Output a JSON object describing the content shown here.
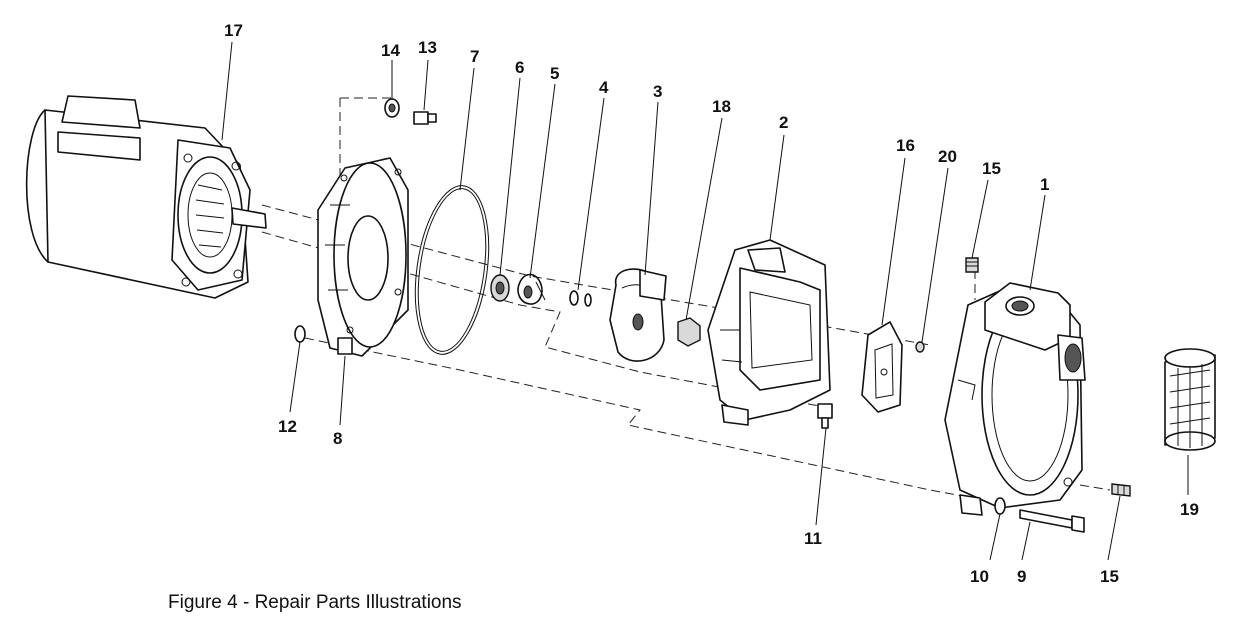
{
  "figure": {
    "caption": "Figure 4 - Repair Parts Illustrations",
    "callouts": [
      {
        "id": "17",
        "label": "17"
      },
      {
        "id": "14",
        "label": "14"
      },
      {
        "id": "13",
        "label": "13"
      },
      {
        "id": "7",
        "label": "7"
      },
      {
        "id": "6",
        "label": "6"
      },
      {
        "id": "5",
        "label": "5"
      },
      {
        "id": "4",
        "label": "4"
      },
      {
        "id": "3",
        "label": "3"
      },
      {
        "id": "18",
        "label": "18"
      },
      {
        "id": "2",
        "label": "2"
      },
      {
        "id": "16",
        "label": "16"
      },
      {
        "id": "20",
        "label": "20"
      },
      {
        "id": "15a",
        "label": "15"
      },
      {
        "id": "1",
        "label": "1"
      },
      {
        "id": "19",
        "label": "19"
      },
      {
        "id": "12",
        "label": "12"
      },
      {
        "id": "8",
        "label": "8"
      },
      {
        "id": "11",
        "label": "11"
      },
      {
        "id": "10",
        "label": "10"
      },
      {
        "id": "9",
        "label": "9"
      },
      {
        "id": "15b",
        "label": "15"
      }
    ]
  }
}
